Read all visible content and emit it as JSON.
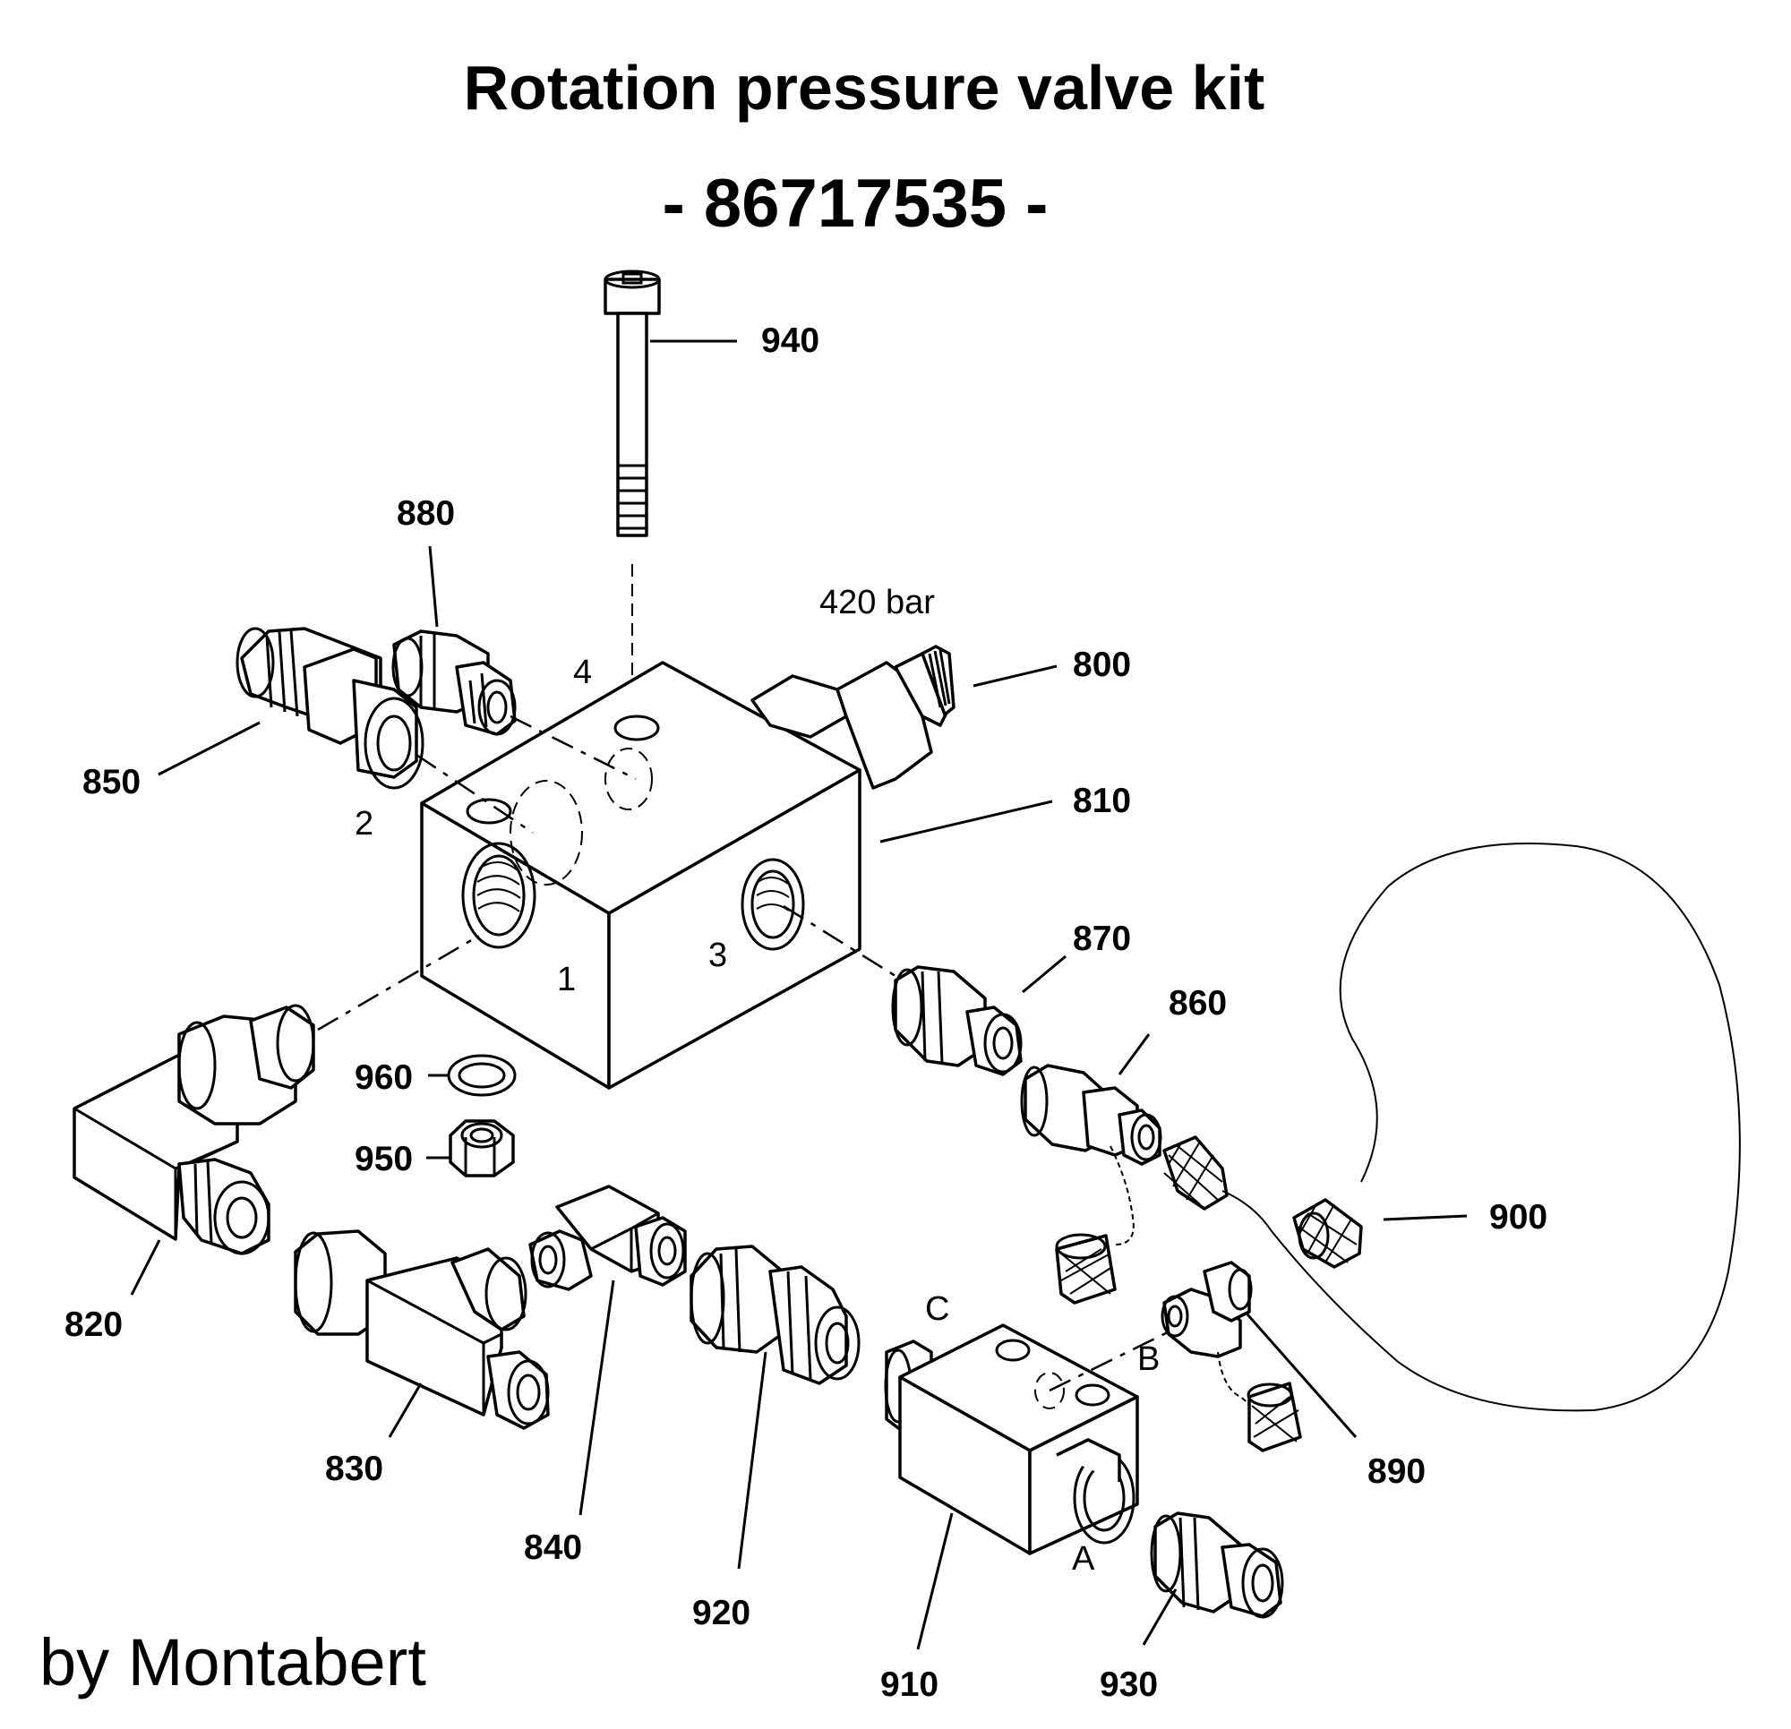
{
  "title": "Rotation pressure valve kit",
  "part_number_line": "-  86717535 -",
  "pressure_note": "420 bar",
  "brand": "by Montabert",
  "callouts": {
    "c940": "940",
    "c880": "880",
    "c800": "800",
    "c850": "850",
    "c810": "810",
    "c870": "870",
    "c860": "860",
    "c960": "960",
    "c950": "950",
    "c900": "900",
    "c820": "820",
    "c830": "830",
    "c840": "840",
    "c920": "920",
    "c910": "910",
    "c930": "930",
    "c890": "890"
  },
  "ports": {
    "p1": "1",
    "p2": "2",
    "p3": "3",
    "p4": "4",
    "pA": "A",
    "pB": "B",
    "pC": "C"
  }
}
